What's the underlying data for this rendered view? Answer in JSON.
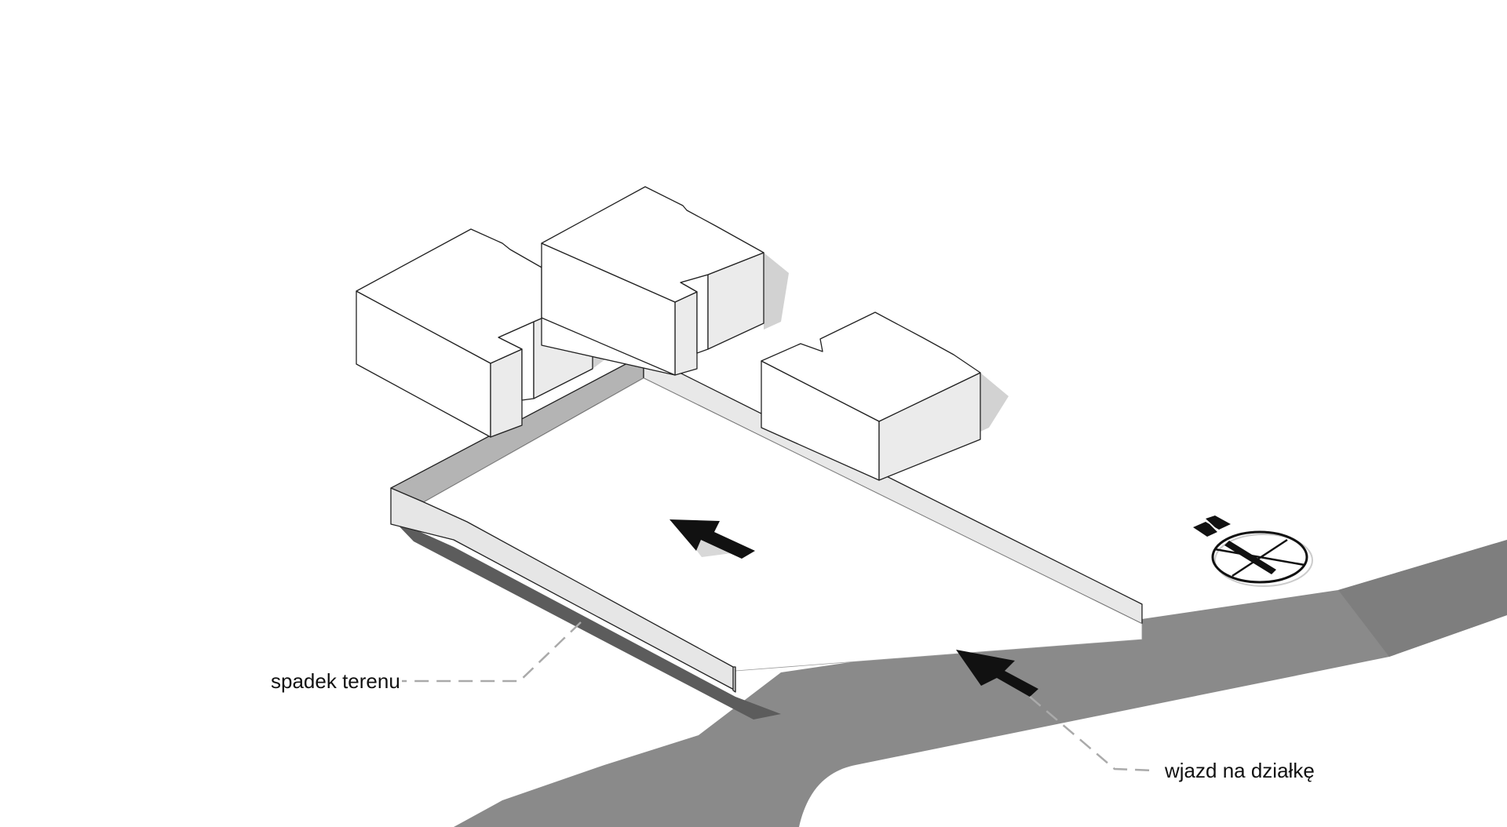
{
  "annotations": {
    "slope_label": "spadek terenu",
    "entry_label": "wjazd na działkę"
  },
  "colors": {
    "road": "#8a8a8a",
    "road_dark": "#7e7e7e",
    "wall_light": "#e6e6e6",
    "wall_mid": "#b4b4b4",
    "shadow": "#5c5c5c",
    "block_shadow": "#d2d2d2",
    "arrow": "#111111",
    "leader": "#aaaaaa"
  },
  "icons": {
    "compass": "north-arrow-compass",
    "arrow_slope": "slope-direction-arrow",
    "arrow_entry": "entry-arrow"
  }
}
